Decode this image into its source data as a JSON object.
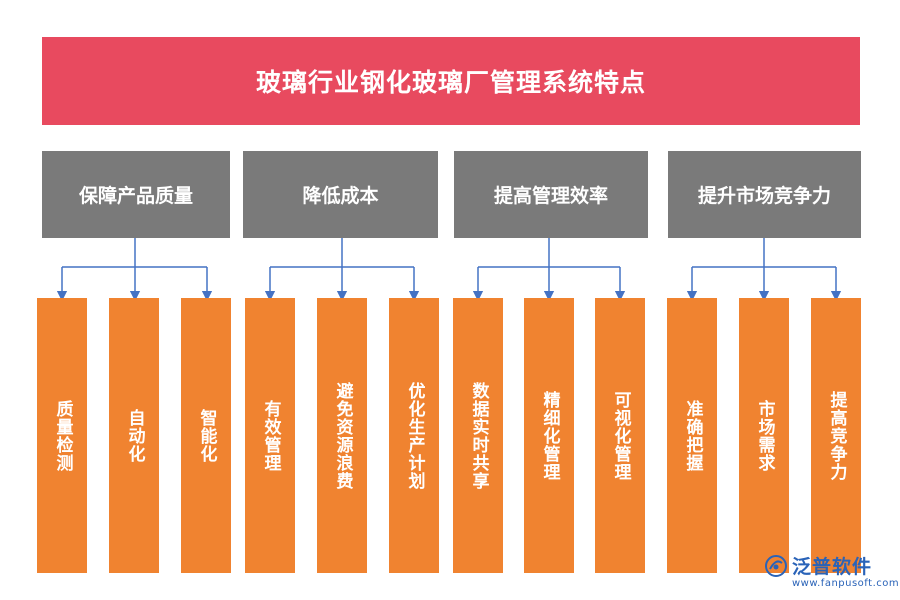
{
  "title": "玻璃行业钢化玻璃厂管理系统特点",
  "colors": {
    "title_bg": "#e84a5f",
    "category_bg": "#7a7a7a",
    "leaf_bg": "#f08330",
    "connector": "#4472c4",
    "logo": "#2a63b8"
  },
  "categories": [
    {
      "label": "保障产品质量",
      "children": [
        "质量检测",
        "自动化",
        "智能化"
      ]
    },
    {
      "label": "降低成本",
      "children": [
        "有效管理",
        "避免资源浪费",
        "优化生产计划"
      ]
    },
    {
      "label": "提高管理效率",
      "children": [
        "数据实时共享",
        "精细化管理",
        "可视化管理"
      ]
    },
    {
      "label": "提升市场竞争力",
      "children": [
        "准确把握",
        "市场需求",
        "提高竞争力"
      ]
    }
  ],
  "logo": {
    "name": "泛普软件",
    "url": "www.fanpusoft.com"
  }
}
